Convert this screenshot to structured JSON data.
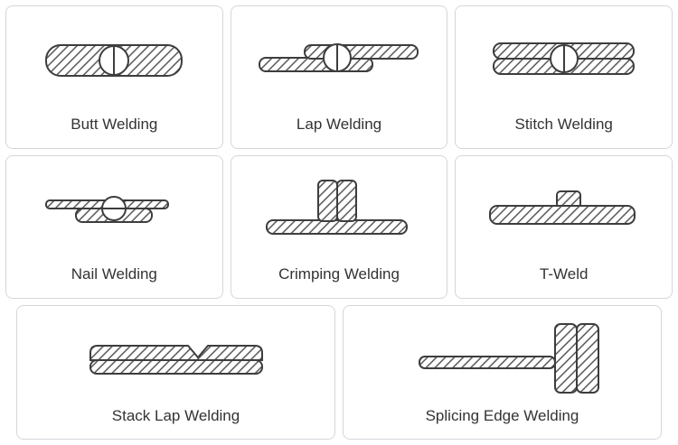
{
  "page": {
    "background": "#ffffff"
  },
  "colors": {
    "card_border": "#d3d7db",
    "outline": "#3d3d3d",
    "hatch": "#4a4a4a",
    "label_text": "#333333"
  },
  "cells": [
    {
      "name": "butt-welding",
      "label": "Butt Welding"
    },
    {
      "name": "lap-welding",
      "label": "Lap Welding"
    },
    {
      "name": "stitch-welding",
      "label": "Stitch Welding"
    },
    {
      "name": "nail-welding",
      "label": "Nail Welding"
    },
    {
      "name": "crimping-welding",
      "label": "Crimping Welding"
    },
    {
      "name": "t-weld",
      "label": "T-Weld"
    },
    {
      "name": "stack-lap-welding",
      "label": "Stack Lap Welding"
    },
    {
      "name": "splicing-edge-welding",
      "label": "Splicing Edge Welding"
    }
  ]
}
